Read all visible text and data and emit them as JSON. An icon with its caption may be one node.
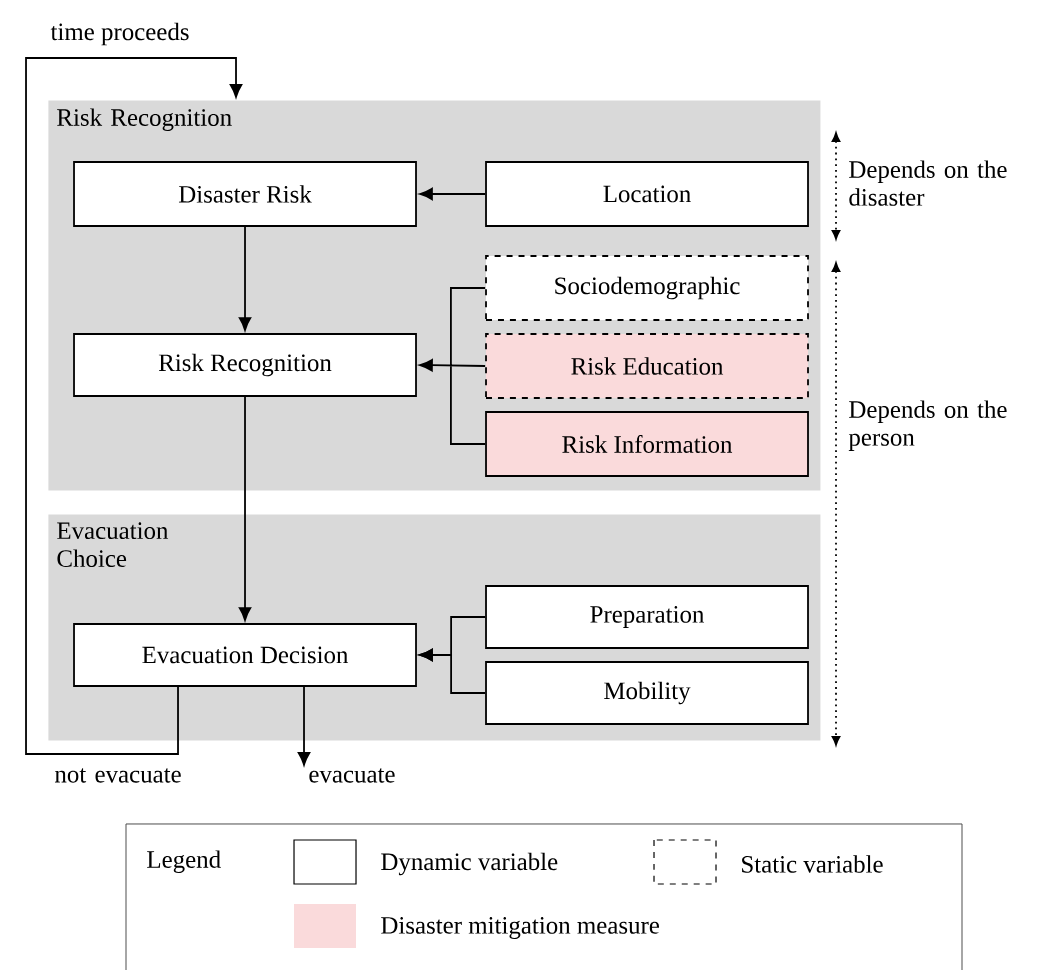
{
  "diagram": {
    "nodes": [
      {
        "text": [
          "Risk Recognition"
        ]
      },
      {
        "text": [
          "Disaster Risk"
        ],
        "in": 0
      },
      {
        "text": [
          "Location"
        ],
        "in": 0
      },
      {
        "text": [
          "Sociodemographic"
        ],
        "in": 0
      },
      {
        "text": [
          "Risk Education"
        ],
        "in": 0
      },
      {
        "text": [
          "Risk Information"
        ],
        "in": 0
      },
      {
        "text": [
          "Risk Recognition"
        ],
        "in": 0
      },
      {
        "text": [
          "Evacuation Choice"
        ]
      },
      {
        "text": [
          "Evacuation Decision"
        ],
        "in": 7
      },
      {
        "text": [
          "Preparation"
        ],
        "in": 7
      },
      {
        "text": [
          "Mobility"
        ],
        "in": 7
      },
      {
        "text": [
          "evacuate"
        ]
      }
    ],
    "edges": [
      {
        "from": 2,
        "to": 1,
        "arrow": "to"
      },
      {
        "from": 1,
        "to": 6,
        "arrow": "to"
      },
      {
        "from": 3,
        "to": 6,
        "arrow": "to"
      },
      {
        "from": 4,
        "to": 6,
        "arrow": "to"
      },
      {
        "from": 5,
        "to": 6,
        "arrow": "to"
      },
      {
        "from": 6,
        "to": 8,
        "arrow": "to"
      },
      {
        "from": 9,
        "to": 8,
        "arrow": "to"
      },
      {
        "from": 10,
        "to": 8,
        "arrow": "to"
      },
      {
        "from": 8,
        "to": 0,
        "arrow": "to",
        "label": "time proceeds"
      },
      {
        "from": 8,
        "to": 11,
        "arrow": "to"
      }
    ],
    "labels": [
      "Depends on the disaster",
      "Depends on the person",
      "not evacuate",
      "Legend"
    ],
    "legend": [
      {
        "text": "Dynamic variable"
      },
      {
        "text": "Static variable"
      },
      {
        "text": "Disaster mitigation measure",
        "color": "#fadadb"
      }
    ]
  }
}
